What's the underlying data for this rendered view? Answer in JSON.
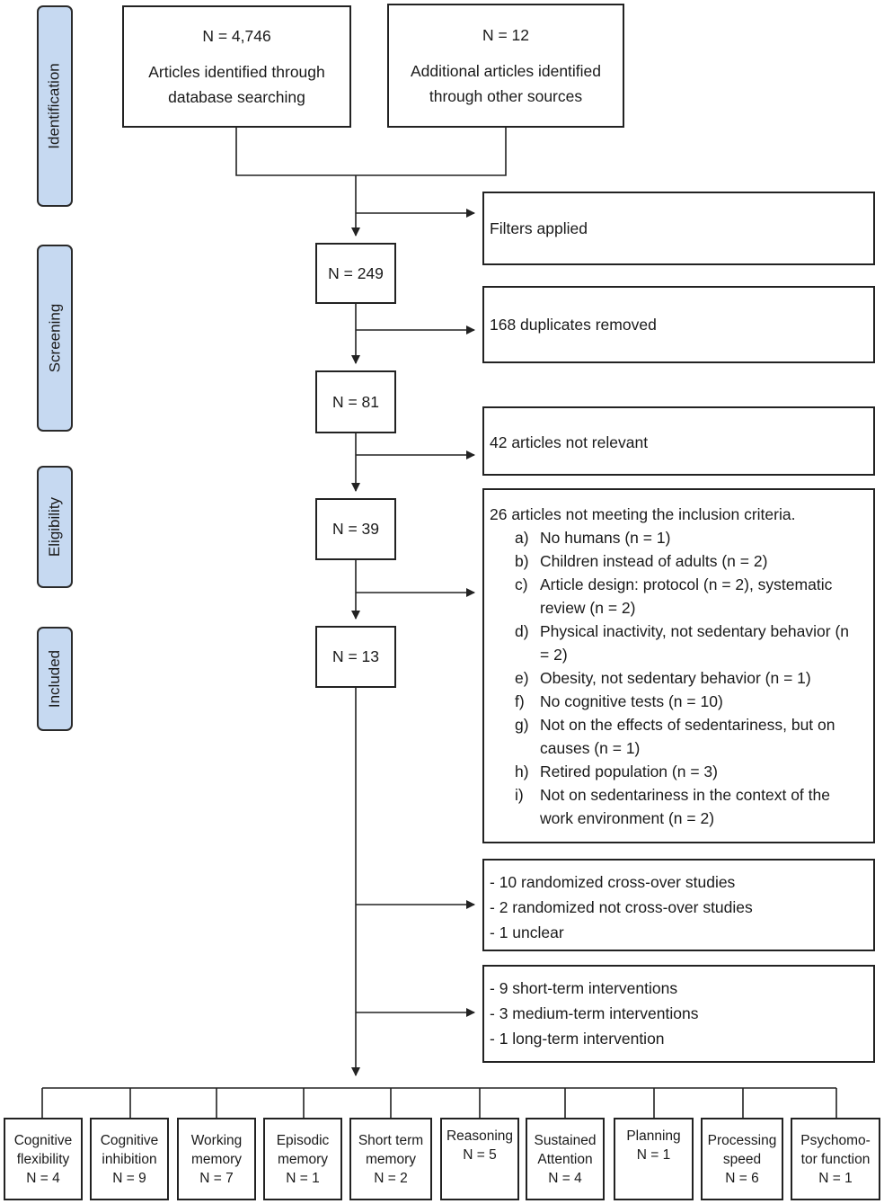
{
  "stages": [
    "Identification",
    "Screening",
    "Eligibility",
    "Included"
  ],
  "top_left": {
    "count": "N = 4,746",
    "label": [
      "Articles identified through",
      "database searching"
    ]
  },
  "top_right": {
    "count": "N = 12",
    "label": [
      "Additional articles identified",
      "through other sources"
    ]
  },
  "flow_counts": [
    "N = 249",
    "N = 81",
    "N = 39",
    "N = 13"
  ],
  "exclusions": {
    "filters": "Filters applied",
    "duplicates": "168 duplicates removed",
    "not_relevant": "42 articles not relevant"
  },
  "criteria": {
    "title": "26 articles not meeting the inclusion criteria.",
    "items": [
      {
        "label": "a)",
        "text": "No humans (n = 1)"
      },
      {
        "label": "b)",
        "text": "Children instead of adults (n = 2)"
      },
      {
        "label": "c)",
        "text": "Article design: protocol (n = 2), systematic review (n = 2)"
      },
      {
        "label": "d)",
        "text": "Physical inactivity, not sedentary behavior (n = 2)"
      },
      {
        "label": "e)",
        "text": "Obesity, not sedentary behavior (n = 1)"
      },
      {
        "label": "f)",
        "text": "No cognitive tests (n = 10)"
      },
      {
        "label": "g)",
        "text": "Not on the effects of sedentariness, but on causes (n = 1)"
      },
      {
        "label": "h)",
        "text": "Retired population (n = 3)"
      },
      {
        "label": "i)",
        "text": "Not on sedentariness in the context of the work environment (n = 2)"
      }
    ]
  },
  "study_designs": [
    "- 10 randomized cross-over studies",
    "- 2 randomized not cross-over studies",
    "- 1 unclear"
  ],
  "interventions": [
    "- 9 short-term interventions",
    "- 3 medium-term interventions",
    "- 1 long-term intervention"
  ],
  "domains": [
    {
      "name": [
        "Cognitive",
        "flexibility"
      ],
      "count": "N = 4"
    },
    {
      "name": [
        "Cognitive",
        "inhibition"
      ],
      "count": "N = 9"
    },
    {
      "name": [
        "Working",
        "memory"
      ],
      "count": "N = 7"
    },
    {
      "name": [
        "Episodic",
        "memory"
      ],
      "count": "N = 1"
    },
    {
      "name": [
        "Short term",
        "memory"
      ],
      "count": "N = 2"
    },
    {
      "name": [
        "Reasoning"
      ],
      "count": "N = 5"
    },
    {
      "name": [
        "Sustained",
        "Attention"
      ],
      "count": "N = 4"
    },
    {
      "name": [
        "Planning"
      ],
      "count": "N = 1"
    },
    {
      "name": [
        "Processing",
        "speed"
      ],
      "count": "N = 6"
    },
    {
      "name": [
        "Psychomo-",
        "tor function"
      ],
      "count": "N = 1"
    }
  ],
  "colors": {
    "stage_fill": "#c6d9f1",
    "stroke": "#222222"
  }
}
